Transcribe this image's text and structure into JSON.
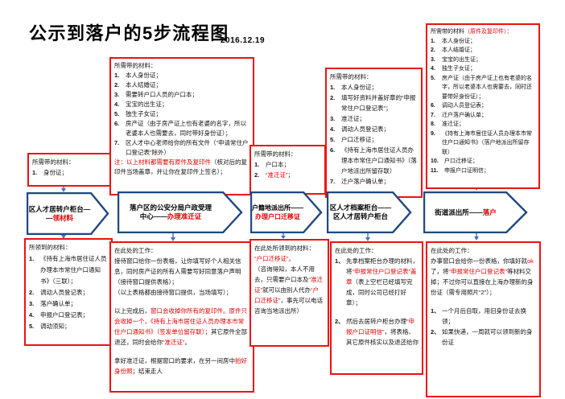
{
  "colors": {
    "box_border_red": "#ee1111",
    "highlight_red": "#e00000",
    "shape_border_blue": "#1f497d",
    "connector_blue": "#4472c4"
  },
  "title": {
    "text": "公示到落户的5步流程图",
    "date": "2016.12.19"
  },
  "steps": [
    {
      "label_lines": [
        {
          "segs": [
            {
              "t": "区人才居转户柜台—"
            }
          ]
        },
        {
          "segs": [
            {
              "t": "—"
            },
            {
              "t": "领材料",
              "c": "red"
            }
          ]
        }
      ],
      "top_box": {
        "lines": [
          {
            "segs": [
              {
                "t": "所需带的材料："
              }
            ]
          },
          {
            "num": "1.",
            "segs": [
              {
                "t": "身份证；"
              }
            ]
          }
        ]
      },
      "bottom_box": {
        "lines": [
          {
            "segs": [
              {
                "t": "所领到的材料："
              }
            ]
          },
          {
            "num": "1.",
            "segs": [
              {
                "t": "《持有上海市居住证人员办理本市常住户口通知书》（三联）；"
              }
            ]
          },
          {
            "num": "2.",
            "segs": [
              {
                "t": "调动人员登记表；"
              }
            ]
          },
          {
            "num": "3.",
            "segs": [
              {
                "t": "落户确认单；"
              }
            ]
          },
          {
            "num": "4.",
            "segs": [
              {
                "t": "申报户口登记表；"
              }
            ]
          },
          {
            "num": "5.",
            "segs": [
              {
                "t": "调动须知；"
              }
            ]
          }
        ]
      }
    },
    {
      "label_lines": [
        {
          "segs": [
            {
              "t": "落户区的公安分局户政受理"
            }
          ]
        },
        {
          "segs": [
            {
              "t": "中心——"
            },
            {
              "t": "办理准迁证",
              "c": "red"
            }
          ]
        }
      ],
      "top_box": {
        "lines": [
          {
            "segs": [
              {
                "t": "所需带的材料："
              }
            ]
          },
          {
            "num": "1.",
            "segs": [
              {
                "t": "本人身份证；"
              }
            ]
          },
          {
            "num": "2.",
            "segs": [
              {
                "t": "本人结婚证；"
              }
            ]
          },
          {
            "num": "3.",
            "segs": [
              {
                "t": "需要转户口人员的户口本；"
              }
            ]
          },
          {
            "num": "4.",
            "segs": [
              {
                "t": "宝宝的出生证；"
              }
            ]
          },
          {
            "num": "5.",
            "segs": [
              {
                "t": "独生子女证；"
              }
            ]
          },
          {
            "num": "6.",
            "segs": [
              {
                "t": "房产证（由于房产证上也有老婆的名字，所以老婆本人也需要去，同时带好身份证）；"
              }
            ]
          },
          {
            "num": "7.",
            "segs": [
              {
                "t": "区人才中心老师给你的所有文件（“申请常住户口登记表”除外）"
              }
            ]
          },
          {
            "segs": [
              {
                "t": "注：以上材料都需要有原件及复印件",
                "c": "red"
              },
              {
                "t": "（核对后的复印件当场盖章，并让你在复印件上签名）；"
              }
            ]
          }
        ]
      },
      "bottom_box": {
        "lines": [
          {
            "segs": [
              {
                "t": "在此处的工作："
              }
            ]
          },
          {
            "segs": [
              {
                "t": "接待窗口给你一份表格，让你填写好个人相关信息，同时房产证的所有人需要写好同意落户声明（接待窗口提供表格）；"
              }
            ]
          },
          {
            "segs": [
              {
                "t": "（以上表格都由接待窗口提供，当场填写）；"
              }
            ]
          },
          {
            "gap": true,
            "segs": [
              {
                "t": "以上完成后，"
              },
              {
                "t": "窗口会收掉你所有的复印件。原件只会收掉一个，《持有上海市居住证人员办理本市常住户口通知书》（签发单位留存联）；",
                "c": "red"
              },
              {
                "t": "其它原件全部退还，同时会给你"
              },
              {
                "t": "“准迁证”",
                "c": "red"
              },
              {
                "t": "。"
              }
            ]
          },
          {
            "gap": true,
            "segs": [
              {
                "t": "拿好准迁证，根据窗口的要求，在另一间房中"
              },
              {
                "t": "拍好身份照",
                "c": "red"
              },
              {
                "t": "；结束走人"
              }
            ]
          }
        ]
      }
    },
    {
      "label_lines": [
        {
          "segs": [
            {
              "t": "户籍地派出所——"
            }
          ]
        },
        {
          "segs": [
            {
              "t": "办理户口迁移证",
              "c": "red"
            }
          ]
        }
      ],
      "top_box": {
        "lines": [
          {
            "segs": [
              {
                "t": "所需带的材料："
              }
            ]
          },
          {
            "num": "1.",
            "segs": [
              {
                "t": "户口本；"
              }
            ]
          },
          {
            "num": "2.",
            "segs": [
              {
                "t": "“准迁证”",
                "c": "red"
              },
              {
                "t": "；"
              }
            ]
          }
        ]
      },
      "bottom_box": {
        "lines": [
          {
            "segs": [
              {
                "t": "在此处所领到的材料："
              }
            ]
          },
          {
            "segs": [
              {
                "t": "“户口迁移证”。",
                "c": "red"
              }
            ]
          },
          {
            "segs": [
              {
                "t": "（咨询得知，本人不用去，只需要户口本及"
              },
              {
                "t": "“准迁证”",
                "c": "red"
              },
              {
                "t": "就可以由别人代办"
              },
              {
                "t": "“户口迁移证”",
                "c": "red"
              },
              {
                "t": "，事先可以电话咨询当地派出所）"
              }
            ]
          }
        ]
      }
    },
    {
      "label_lines": [
        {
          "segs": [
            {
              "t": "区人才档案柜台——"
            }
          ]
        },
        {
          "segs": [
            {
              "t": "区人才居转户柜台"
            }
          ]
        }
      ],
      "top_box": {
        "lines": [
          {
            "segs": [
              {
                "t": "所需带的材料："
              }
            ]
          },
          {
            "num": "1.",
            "segs": [
              {
                "t": "本人身份证；"
              }
            ]
          },
          {
            "num": "2.",
            "segs": [
              {
                "t": "填写好资料并盖好章的“申报常住户口登记表”；"
              }
            ]
          },
          {
            "num": "3.",
            "segs": [
              {
                "t": "准迁证；"
              }
            ]
          },
          {
            "num": "4.",
            "segs": [
              {
                "t": "调动人员登记表；"
              }
            ]
          },
          {
            "num": "5.",
            "segs": [
              {
                "t": "户口迁移证；"
              }
            ]
          },
          {
            "num": "6.",
            "segs": [
              {
                "t": "《持有上海市居住证人员办理本市常住户口通知书》（落户地派出所留存联）"
              }
            ]
          },
          {
            "num": "7.",
            "segs": [
              {
                "t": "迁户落户确认单；"
              }
            ]
          }
        ]
      },
      "bottom_box": {
        "lines": [
          {
            "segs": [
              {
                "t": "在此处的工作："
              }
            ]
          },
          {
            "num": "1、",
            "segs": [
              {
                "t": "先拿档案柜台办理的材料，将"
              },
              {
                "t": "“申报常住户口登记表”盖章",
                "c": "red"
              },
              {
                "t": "（表上空栏已经填写完成，同时公司已经打好章）；"
              }
            ]
          },
          {
            "gap": true,
            "num": "2、",
            "segs": [
              {
                "t": "然后去居转户柜台办理"
              },
              {
                "t": "“申报户口证明信”",
                "c": "red"
              },
              {
                "t": "，将表格、其它原件核实以及退还给你"
              }
            ]
          }
        ]
      }
    },
    {
      "label_lines": [
        {
          "segs": [
            {
              "t": "街道派出所——"
            },
            {
              "t": "落户",
              "c": "red"
            }
          ]
        }
      ],
      "top_box": {
        "lines": [
          {
            "segs": [
              {
                "t": "所需带的材料"
              },
              {
                "t": "（原件及复印件）",
                "c": "red"
              },
              {
                "t": "："
              }
            ]
          },
          {
            "num": "1.",
            "segs": [
              {
                "t": "本人身份证；"
              }
            ]
          },
          {
            "num": "2.",
            "segs": [
              {
                "t": "本人结婚证；"
              }
            ]
          },
          {
            "num": "3.",
            "segs": [
              {
                "t": "宝宝的出生证；"
              }
            ]
          },
          {
            "num": "4.",
            "segs": [
              {
                "t": "独生子女证；"
              }
            ]
          },
          {
            "num": "5.",
            "segs": [
              {
                "t": "房产证（由于房产证上也有老婆的名字，所以老婆本人也需要去，同时还要带好身份证）；"
              }
            ]
          },
          {
            "num": "6.",
            "segs": [
              {
                "t": "调动人员登记表；"
              }
            ]
          },
          {
            "num": "7.",
            "segs": [
              {
                "t": "迁户落户确认单；"
              }
            ]
          },
          {
            "num": "8.",
            "segs": [
              {
                "t": "准迁证；"
              }
            ]
          },
          {
            "num": "9.",
            "segs": [
              {
                "t": "《持有上海市居住证人员办理本市常住户口通知书》（落户地派出所留存联）"
              }
            ]
          },
          {
            "num": "10.",
            "segs": [
              {
                "t": "户口迁移证；"
              }
            ]
          },
          {
            "num": "11.",
            "segs": [
              {
                "t": "申报户口证明信；"
              }
            ]
          }
        ]
      },
      "bottom_box": {
        "lines": [
          {
            "segs": [
              {
                "t": "在此处的工作："
              }
            ]
          },
          {
            "segs": [
              {
                "t": "办事窗口会给你一份表格，你填好就"
              },
              {
                "t": "ok",
                "c": "red"
              },
              {
                "t": "了，将"
              },
              {
                "t": "“申报常住户口登记表”",
                "c": "red"
              },
              {
                "t": "等材料交掉；不过你可以直接在上海办理新的身份证（需专用照片“2”）；"
              }
            ]
          },
          {
            "gap": true,
            "num": "1、",
            "segs": [
              {
                "t": "一个月后自取，用旧身份证去换领；"
              }
            ]
          },
          {
            "num": "2、",
            "segs": [
              {
                "t": "如果快递，一周就可以领到新的身份证"
              }
            ]
          }
        ]
      }
    }
  ]
}
